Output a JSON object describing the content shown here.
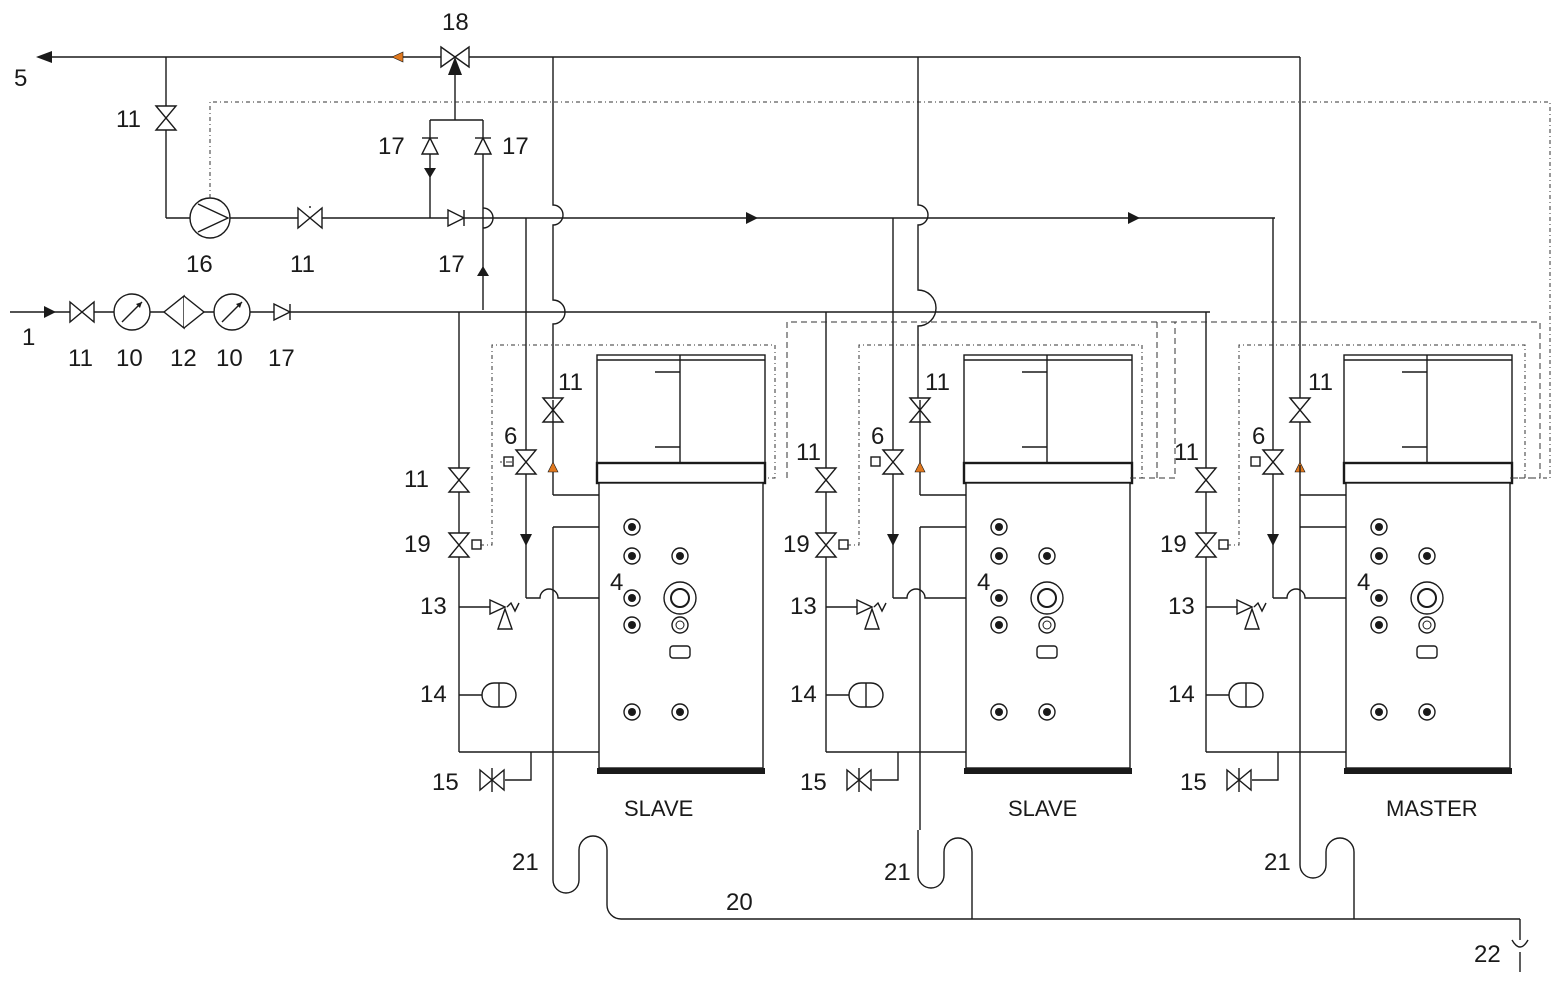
{
  "labels": {
    "outlet": "5",
    "inlet": "1",
    "mixing_valve": "18",
    "check_valve": "17",
    "shutoff_valve": "11",
    "pump": "16",
    "gauge": "10",
    "reducer": "12",
    "diverter_valve": "6",
    "solenoid_valve": "19",
    "safety_valve": "13",
    "expansion_vessel": "14",
    "drain_valve": "15",
    "port": "4",
    "siphon": "21",
    "drain_line": "20",
    "funnel": "22"
  },
  "units": [
    {
      "role": "SLAVE"
    },
    {
      "role": "SLAVE"
    },
    {
      "role": "MASTER"
    }
  ],
  "colors": {
    "line": "#1a1a1a",
    "flow_marker": "#e0781e"
  }
}
